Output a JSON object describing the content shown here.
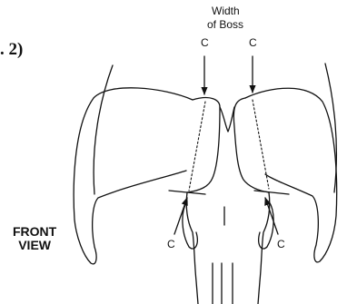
{
  "figure_ref": ". 2)",
  "width_label": {
    "line1": "Width",
    "line2": "of Boss"
  },
  "point_label": "C",
  "view_label": {
    "line1": "FRONT",
    "line2": "VIEW"
  },
  "colors": {
    "ink": "#111111",
    "background": "#ffffff"
  }
}
